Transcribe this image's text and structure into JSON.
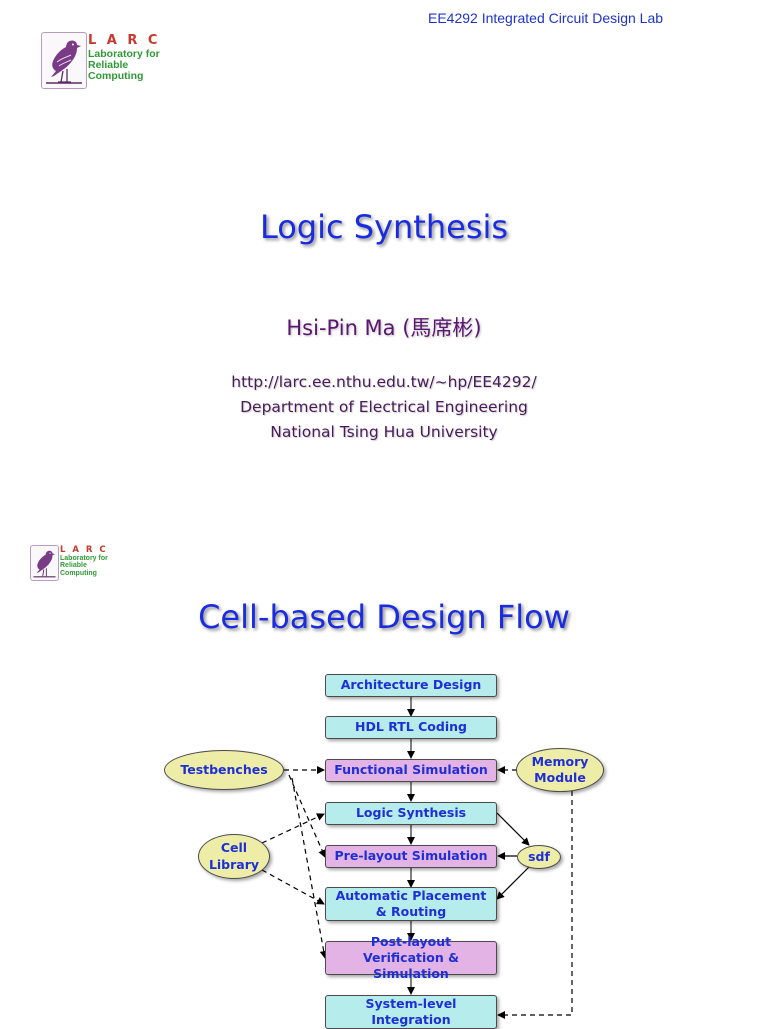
{
  "header": {
    "course": "EE4292 Integrated Circuit Design Lab"
  },
  "logo": {
    "title": "L A R C",
    "line1": "Laboratory for",
    "line2": "Reliable",
    "line3": "Computing",
    "colors": {
      "title": "#c8392b",
      "subtitle": "#2f9a36",
      "bird": "#6b2f7a"
    }
  },
  "slide1": {
    "title": "Logic Synthesis",
    "author": "Hsi-Pin Ma (馬席彬)",
    "url": "http://larc.ee.nthu.edu.tw/~hp/EE4292/",
    "department": "Department of Electrical Engineering",
    "university": "National Tsing Hua University"
  },
  "slide2": {
    "title": "Cell-based Design Flow",
    "flow": {
      "steps": [
        "Architecture Design",
        "HDL RTL Coding",
        "Functional Simulation",
        "Logic Synthesis",
        "Pre-layout Simulation",
        "Automatic Placement & Routing",
        "Post-layout Verification & Simulation",
        "System-level Integration"
      ],
      "inputs": {
        "testbenches": "Testbenches",
        "cell_library": "Cell Library",
        "memory_module": "Memory Module",
        "sdf": "sdf"
      }
    }
  },
  "colors": {
    "title_blue": "#1a2ce0",
    "author_purple": "#5b1670",
    "step_cyan": "#b6ecec",
    "step_pink": "#e4b3e6",
    "oval_yellow": "#eeeda8"
  }
}
